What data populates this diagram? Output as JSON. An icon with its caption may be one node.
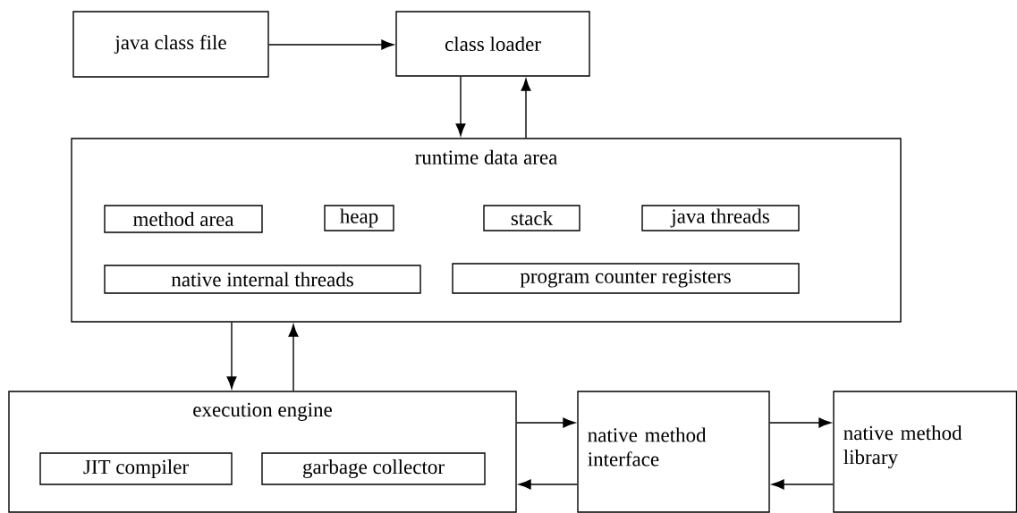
{
  "diagram": {
    "nodes": [
      {
        "text": [
          "java class file"
        ]
      },
      {
        "text": [
          "class loader"
        ]
      },
      {
        "text": [
          "runtime data area"
        ]
      },
      {
        "text": [
          "method area"
        ],
        "in": 2
      },
      {
        "text": [
          "heap"
        ],
        "in": 2
      },
      {
        "text": [
          "stack"
        ],
        "in": 2
      },
      {
        "text": [
          "java threads"
        ],
        "in": 2
      },
      {
        "text": [
          "native internal threads"
        ],
        "in": 2
      },
      {
        "text": [
          "program counter registers"
        ],
        "in": 2
      },
      {
        "text": [
          "execution engine"
        ]
      },
      {
        "text": [
          "JIT compiler"
        ],
        "in": 9
      },
      {
        "text": [
          "garbage collector"
        ],
        "in": 9
      },
      {
        "text": [
          "native method interface"
        ]
      },
      {
        "text": [
          "native method library"
        ]
      }
    ],
    "edges": [
      {
        "from": 0,
        "to": 1,
        "arrow": "to"
      },
      {
        "from": 1,
        "to": 2,
        "arrow": "to"
      },
      {
        "from": 2,
        "to": 1,
        "arrow": "to"
      },
      {
        "from": 2,
        "to": 9,
        "arrow": "to"
      },
      {
        "from": 9,
        "to": 2,
        "arrow": "to"
      },
      {
        "from": 9,
        "to": 12,
        "arrow": "to"
      },
      {
        "from": 12,
        "to": 9,
        "arrow": "to"
      },
      {
        "from": 12,
        "to": 13,
        "arrow": "to"
      },
      {
        "from": 13,
        "to": 12,
        "arrow": "to"
      }
    ]
  }
}
